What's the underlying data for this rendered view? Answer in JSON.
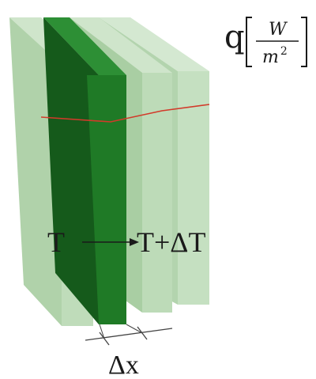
{
  "flux": {
    "symbol": "q",
    "unit_numerator": "W",
    "unit_denominator": "m",
    "unit_exponent": "2"
  },
  "temperature_left": "T",
  "temperature_right": "T+ΔT",
  "thickness": "Δx",
  "colors": {
    "slab_light": "#bcd9b8",
    "slab_light_edge": "#a7c9a2",
    "slab_dark": "#1f7a26",
    "slab_dark_side": "#155a1b",
    "slab_dark_top": "#2d8f35",
    "cut_line": "#d23a2a",
    "ink": "#1a1a1a"
  }
}
